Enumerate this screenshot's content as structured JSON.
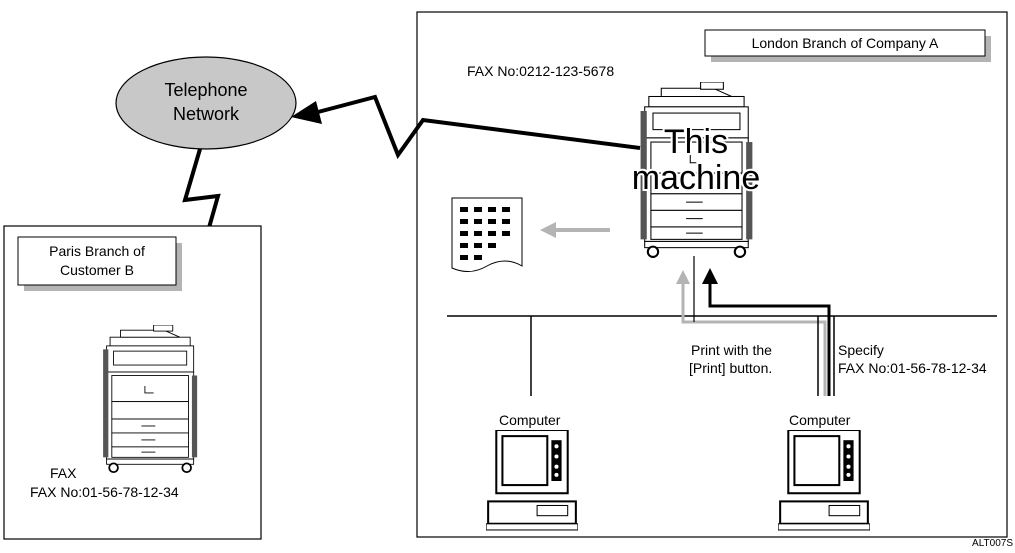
{
  "network": {
    "label_line1": "Telephone",
    "label_line2": "Network"
  },
  "london_branch": {
    "title": "London Branch of Company A",
    "fax_number": "FAX No:0212-123-5678",
    "machine_line1": "This",
    "machine_line2": "machine"
  },
  "paris_branch": {
    "title_line1": "Paris Branch of",
    "title_line2": "Customer B",
    "fax_label": "FAX",
    "fax_number": "FAX No:01-56-78-12-34"
  },
  "computers": {
    "left_label": "Computer",
    "right_label": "Computer"
  },
  "instructions": {
    "print_line1": "Print with the",
    "print_line2": "[Print] button.",
    "specify_line1": "Specify",
    "specify_line2": "FAX No:01-56-78-12-34"
  },
  "figure_code": "ALT007S",
  "colors": {
    "line": "#000000",
    "network_fill": "#c8c8c8",
    "print_arrow": "#b4b4b4",
    "label_shadow": "#b4b4b4"
  }
}
